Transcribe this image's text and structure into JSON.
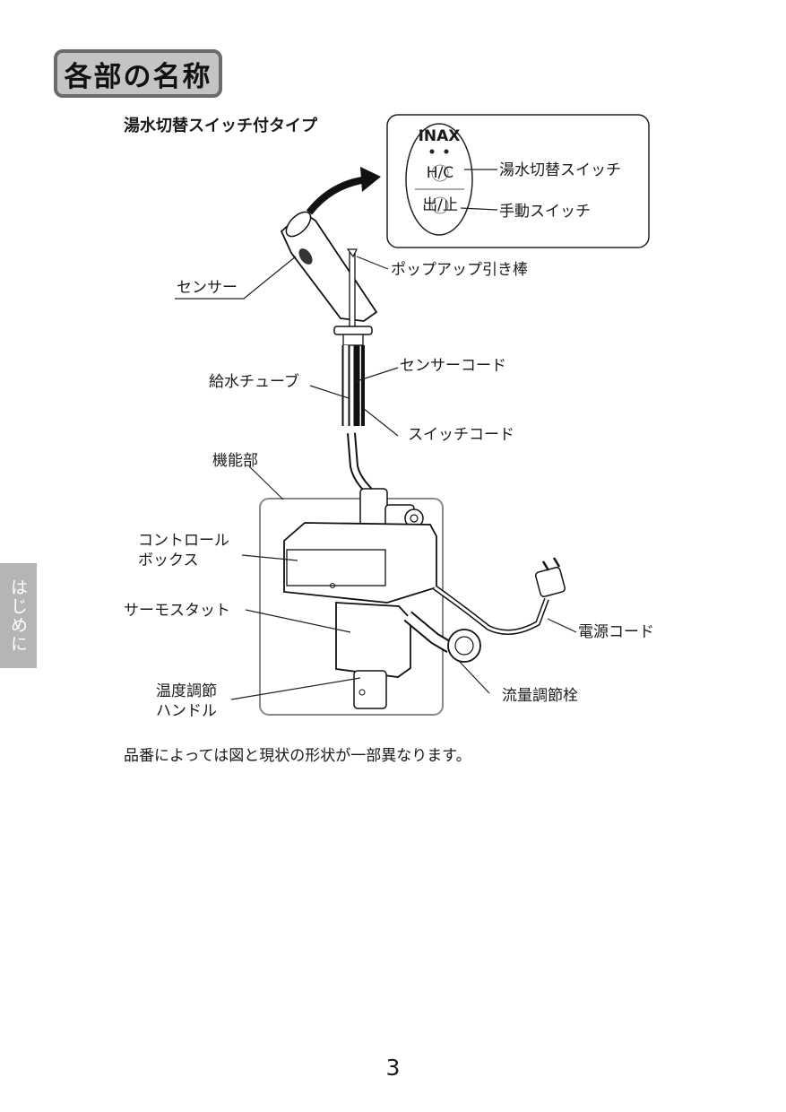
{
  "section_title": "各部の名称",
  "subtitle": "湯水切替スイッチ付タイプ",
  "side_tab": "はじめに",
  "panel": {
    "brand": "INAX",
    "hc_label": "H/C",
    "stop_label": "出/止"
  },
  "labels": {
    "hc_switch": "湯水切替スイッチ",
    "manual_switch": "手動スイッチ",
    "popup_rod": "ポップアップ引き棒",
    "sensor": "センサー",
    "sensor_cord": "センサーコード",
    "supply_tube": "給水チューブ",
    "switch_cord": "スイッチコード",
    "function_unit": "機能部",
    "control_box_line1": "コントロール",
    "control_box_line2": "ボックス",
    "thermostat": "サーモスタット",
    "temp_handle_line1": "温度調節",
    "temp_handle_line2": "ハンドル",
    "power_cord": "電源コード",
    "flow_valve": "流量調節栓"
  },
  "note": "品番によっては図と現状の形状が一部異なります。",
  "page_number": "3"
}
